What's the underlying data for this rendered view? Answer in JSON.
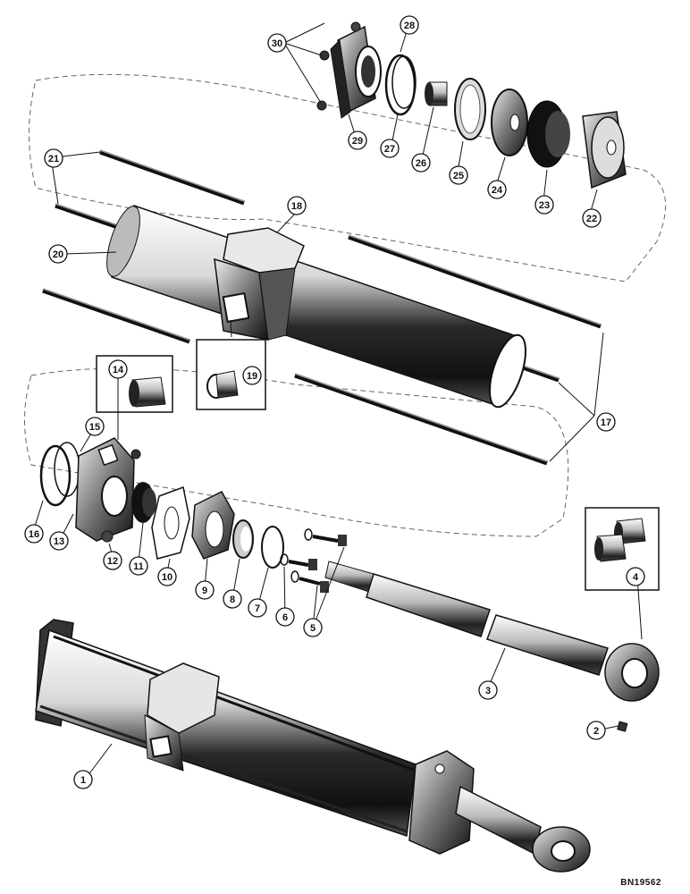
{
  "figure_code": "BN19562",
  "callouts": [
    "1",
    "2",
    "3",
    "4",
    "5",
    "6",
    "7",
    "8",
    "9",
    "10",
    "11",
    "12",
    "13",
    "14",
    "15",
    "16",
    "17",
    "18",
    "19",
    "20",
    "21",
    "22",
    "23",
    "24",
    "25",
    "26",
    "27",
    "28",
    "29",
    "30"
  ],
  "colors": {
    "ink": "#111111",
    "paper": "#ffffff",
    "mid": "#888888",
    "shade": "#3a3a3a"
  }
}
